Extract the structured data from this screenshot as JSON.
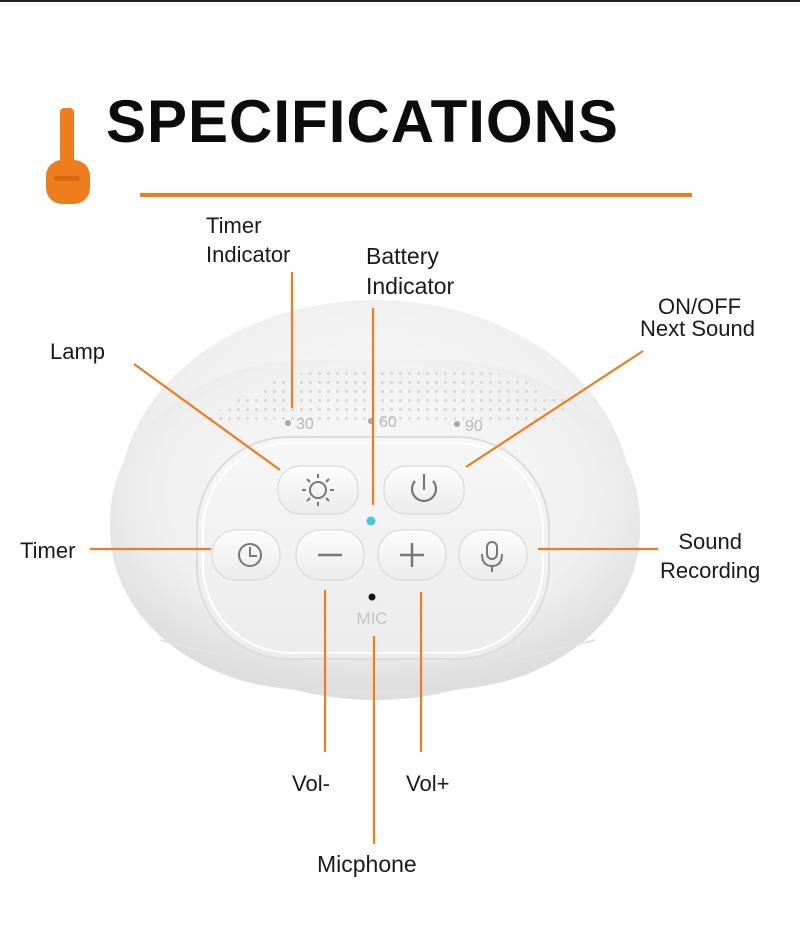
{
  "title": "SPECIFICATIONS",
  "colors": {
    "accent": "#ee7d1f",
    "device": "#f2f2f2",
    "text": "#1a1a1a"
  },
  "device": {
    "timer_marks": [
      "30",
      "60",
      "90"
    ],
    "mic_text": "MIC",
    "buttons": [
      {
        "name": "lamp",
        "icon": "sun-icon"
      },
      {
        "name": "power",
        "icon": "power-icon"
      },
      {
        "name": "timer",
        "icon": "clock-icon"
      },
      {
        "name": "vol-down",
        "icon": "minus-icon"
      },
      {
        "name": "vol-up",
        "icon": "plus-icon"
      },
      {
        "name": "record",
        "icon": "microphone-icon"
      }
    ]
  },
  "labels": {
    "timer_indicator": [
      "Timer",
      "Indicator"
    ],
    "battery_indicator": [
      "Battery",
      "Indicator"
    ],
    "on_off": [
      "ON/OFF",
      "Next Sound"
    ],
    "lamp": "Lamp",
    "timer": "Timer",
    "sound_recording": [
      "Sound",
      "Recording"
    ],
    "vol_minus": "Vol-",
    "vol_plus": "Vol+",
    "micphone": "Micphone"
  }
}
